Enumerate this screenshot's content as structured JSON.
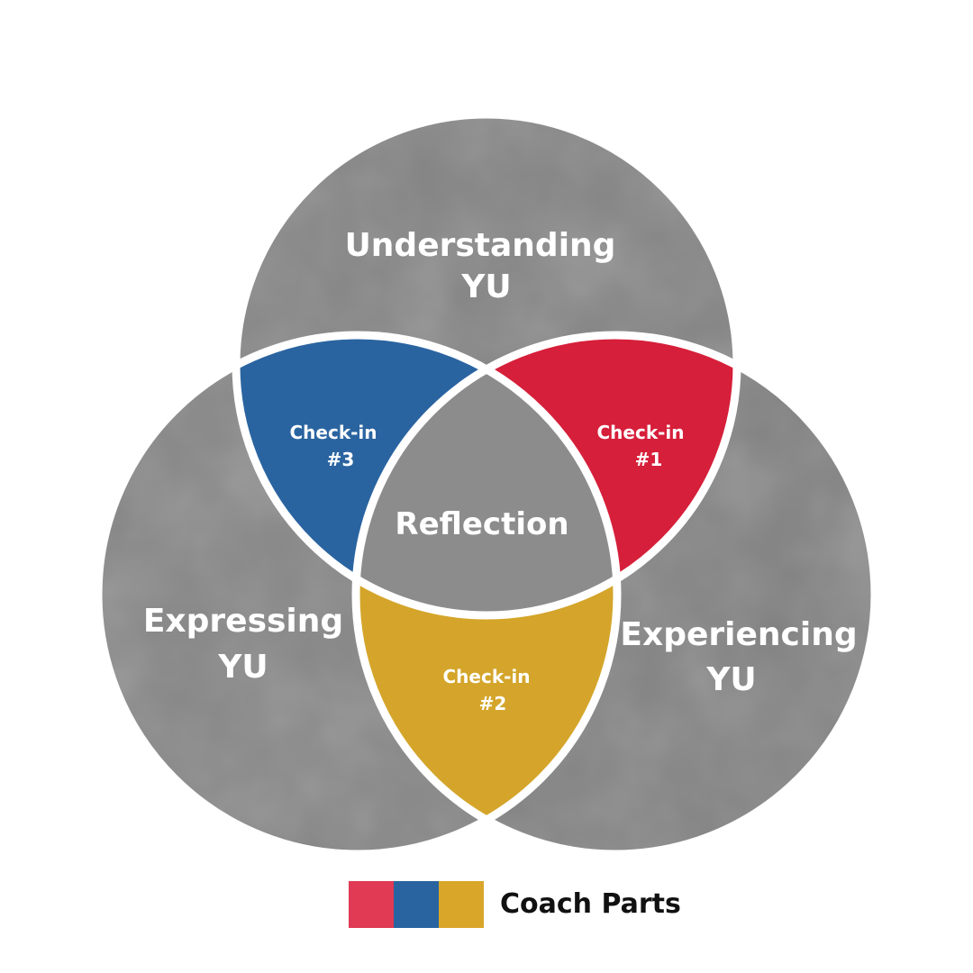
{
  "circles": {
    "top": {
      "line1": "Understanding",
      "line2": "YU"
    },
    "left": {
      "line1": "Expressing",
      "line2": "YU"
    },
    "right": {
      "line1": "Experiencing",
      "line2": "YU"
    }
  },
  "overlaps": {
    "top_left": {
      "line1": "Check-in",
      "line2": "#3",
      "color": "#2A64A0"
    },
    "top_right": {
      "line1": "Check-in",
      "line2": "#1",
      "color": "#D61F3A"
    },
    "left_right": {
      "line1": "Check-in",
      "line2": "#2",
      "color": "#D4A52A"
    },
    "center": {
      "label": "Reflection"
    }
  },
  "legend": {
    "label": "Coach Parts",
    "swatches": [
      {
        "name": "red",
        "color": "#E03A55"
      },
      {
        "name": "blue",
        "color": "#2A64A0"
      },
      {
        "name": "gold",
        "color": "#D9A62A"
      }
    ]
  },
  "colors": {
    "circle_fill": "#8A8A8A",
    "outline": "#ffffff"
  }
}
